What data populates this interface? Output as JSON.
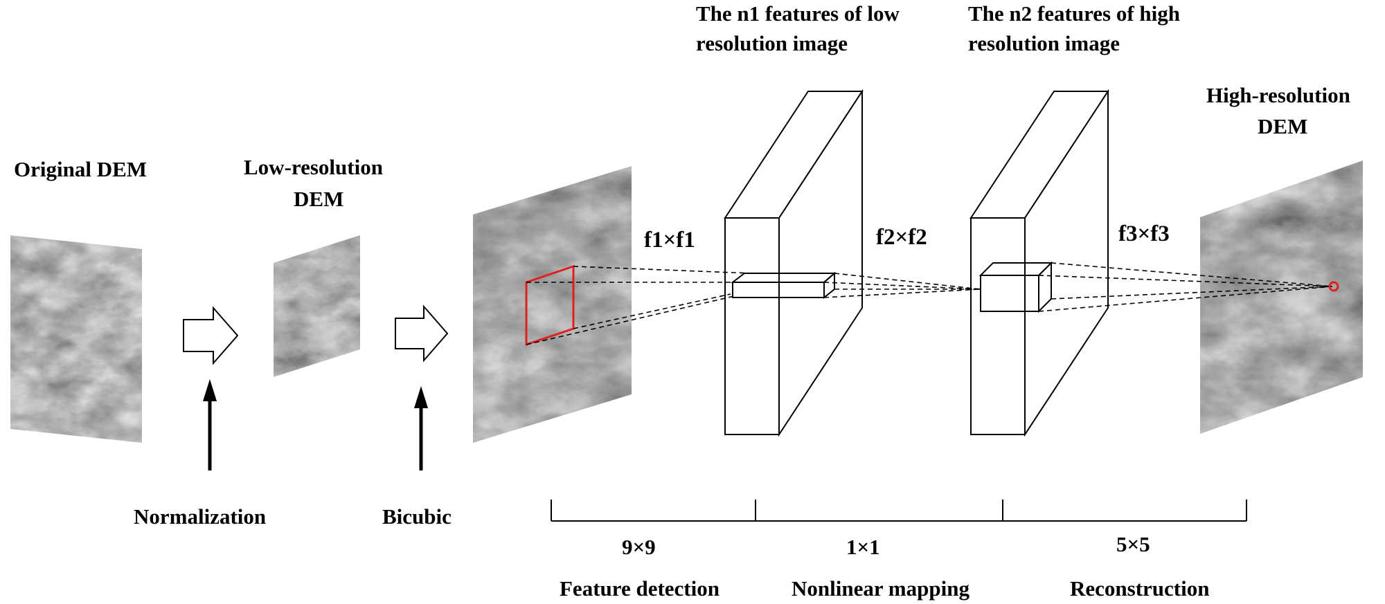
{
  "labels": {
    "original_dem": "Original DEM",
    "low_res_dem_line1": "Low-resolution",
    "low_res_dem_line2": "DEM",
    "n1_features_line1": "The n1 features of low",
    "n1_features_line2": "resolution image",
    "n2_features_line1": "The n2 features of high",
    "n2_features_line2": "resolution image",
    "high_res_dem_line1": "High-resolution",
    "high_res_dem_line2": "DEM",
    "f1": "f1×f1",
    "f2": "f2×f2",
    "f3": "f3×f3",
    "normalization": "Normalization",
    "bicubic": "Bicubic"
  },
  "stages": [
    {
      "kernel": "9×9",
      "name": "Feature detection"
    },
    {
      "kernel": "1×1",
      "name": "Nonlinear mapping"
    },
    {
      "kernel": "5×5",
      "name": "Reconstruction"
    }
  ],
  "colors": {
    "highlight": "#e02020",
    "terrain_dark": "#1a1a1a",
    "terrain_light": "#f2f2f2"
  }
}
